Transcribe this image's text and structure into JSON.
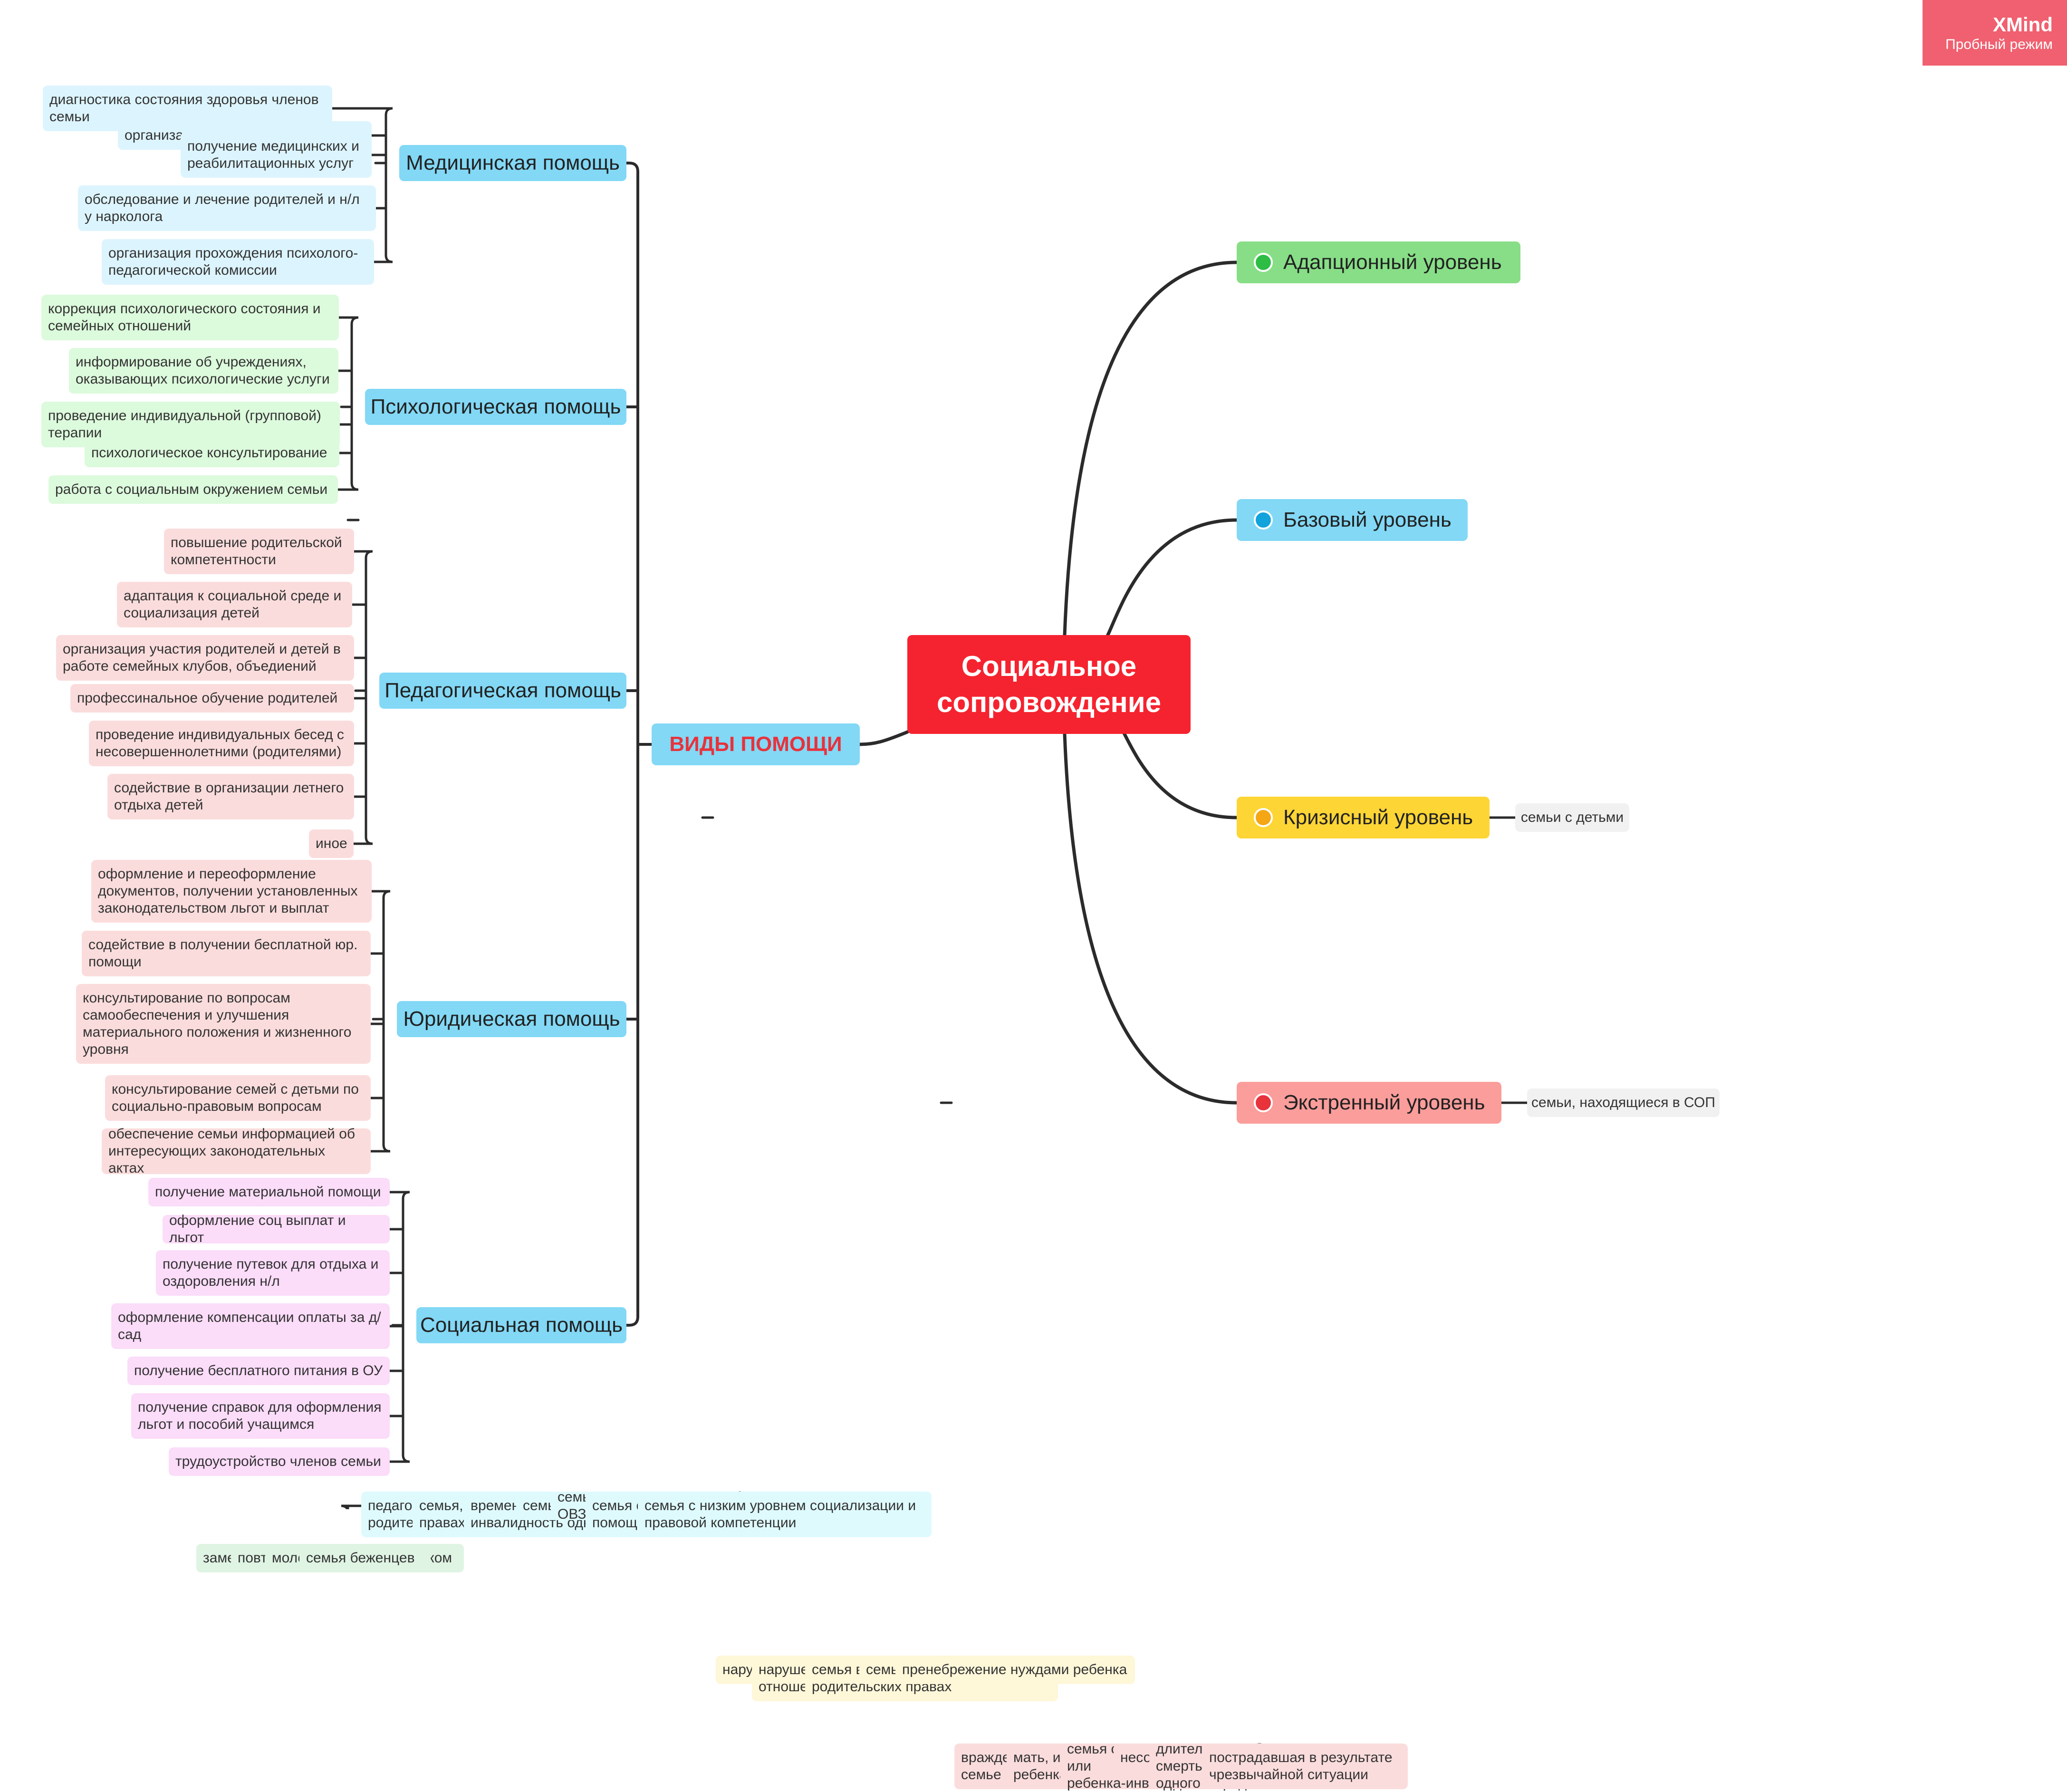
{
  "watermark": {
    "brand": "XMind",
    "mode": "Пробный режим"
  },
  "central": "Социальное\nсопровождение",
  "hub": "ВИДЫ ПОМОЩИ",
  "colors": {
    "line": "#2b2b2b",
    "central": "#f5232f",
    "hub_text": "#e8323c"
  },
  "categories": [
    {
      "label": "Медицинская помощь",
      "color": "#82d8f5",
      "leaf_color": "#dcf4fd",
      "items": [
        "диагностика состояния здоровья членов\nсемьи",
        "организация лечения членов семьи",
        "получение медицинских и\nреабилитационных услуг",
        "обследование и лечение родителей и н/л\nу нарколога",
        "организация прохождения психолого-\nпедагогической комиссии"
      ]
    },
    {
      "label": "Психологическая помощь",
      "color": "#82d8f5",
      "leaf_color": "#dcfadc",
      "items": [
        "коррекция психологического состояния и\nсемейных отношений",
        "информирование об учреждениях,\nоказывающих психологические услуги",
        "проведение индивидуальной (групповой)\nтерапии",
        "психологическое консультирование",
        "работа с социальным окружением семьи"
      ]
    },
    {
      "label": "Педагогическая помощь",
      "color": "#82d8f5",
      "leaf_color": "#fbdcdc",
      "items": [
        "повышение родительской\nкомпетентности",
        "адаптация к социальной среде и\nсоциализация детей",
        "организация участия родителей и детей в\nработе семейных клубов, объедиений",
        "профессинальное обучение родителей",
        "проведение индивидуальных бесед с\nнесовершеннолетними (родителями)",
        "содействие в организации летнего\nотдыха детей",
        "иное"
      ]
    },
    {
      "label": "Юридическая помощь",
      "color": "#82d8f5",
      "leaf_color": "#fbdcdc",
      "items": [
        "оформление и переоформление\nдокументов, получении установленных\nзаконодательством льгот и выплат",
        "содействие в получении бесплатной юр.\nпомощи",
        "консультирование по вопросам\nсамообеспечения и улучшения\nматериального положения и жизненного\nуровня",
        "консультирование семей с детьми по\nсоциально-правовым вопросам",
        "обеспечение семьи информацией об\nинтересующих законодательных актах"
      ]
    },
    {
      "label": "Социальная помощь",
      "color": "#82d8f5",
      "leaf_color": "#fbdcf9",
      "items": [
        "получение материальной помощи",
        "оформление соц выплат и льгот",
        "получение путевок для отдыха и\nоздоровления н/л",
        "оформление компенсации оплаты за д/\nсад",
        "получение бесплатного питания в ОУ",
        "получение справок для оформления\nльгот и пособий учащимся",
        "трудоустройство членов семьи"
      ]
    }
  ],
  "levels": [
    {
      "label": "Адапционный уровень",
      "color": "#87de87",
      "dot_color": "#2dbd45",
      "mid": "",
      "items": [
        "замещающие семьи",
        "повторный брак родителей",
        "молодая семья с ребенком",
        "семья беженцев"
      ]
    },
    {
      "label": "Базовый уровень",
      "color": "#82d8f5",
      "dot_color": "#12a3dc",
      "mid": "",
      "items": [
        "педагогическая безграмотность\nродителей",
        "семья, восстановившаяся в родительских\nправах",
        "временная нетрудоспособность или\nинвалидность одного из родителей",
        "семья в пред/послеразводном состоянии",
        "семья, воспитывающая ребенка с ОВЗ",
        "семья с н/л детьми, получающая гос. соц.\nпомощь на основании соц. контракта",
        "семья с низким уровнем социализации и\nправовой компетенции"
      ]
    },
    {
      "label": "Кризисный уровень",
      "color": "#fdd535",
      "dot_color": "#f4a614",
      "mid": "семьи с детьми",
      "items": [
        "нарушение межличностных отношений",
        "нарушение детско-родительских\nотношений",
        "семья в процессе восстановления в\nродительских правах",
        "семья в состоянии развода",
        "пренебрежение нуждами ребенка"
      ]
    },
    {
      "label": "Экстренный уровень",
      "color": "#fa9d9b",
      "dot_color": "#e8323c",
      "mid": "семьи, находящиеся в СОП",
      "items": [
        "враждебное отношение к ребенку в\nсемье",
        "мать, имеющая намерения отказаться от\nребенка",
        "семья с риском отказа от ребенка  или\nребенка-инвалида",
        "несовершеннолетие родители",
        "длительное заболевание или смерть\nодного из родителей",
        "пострадавшая в результате\nчрезвычайной ситуации"
      ]
    }
  ]
}
